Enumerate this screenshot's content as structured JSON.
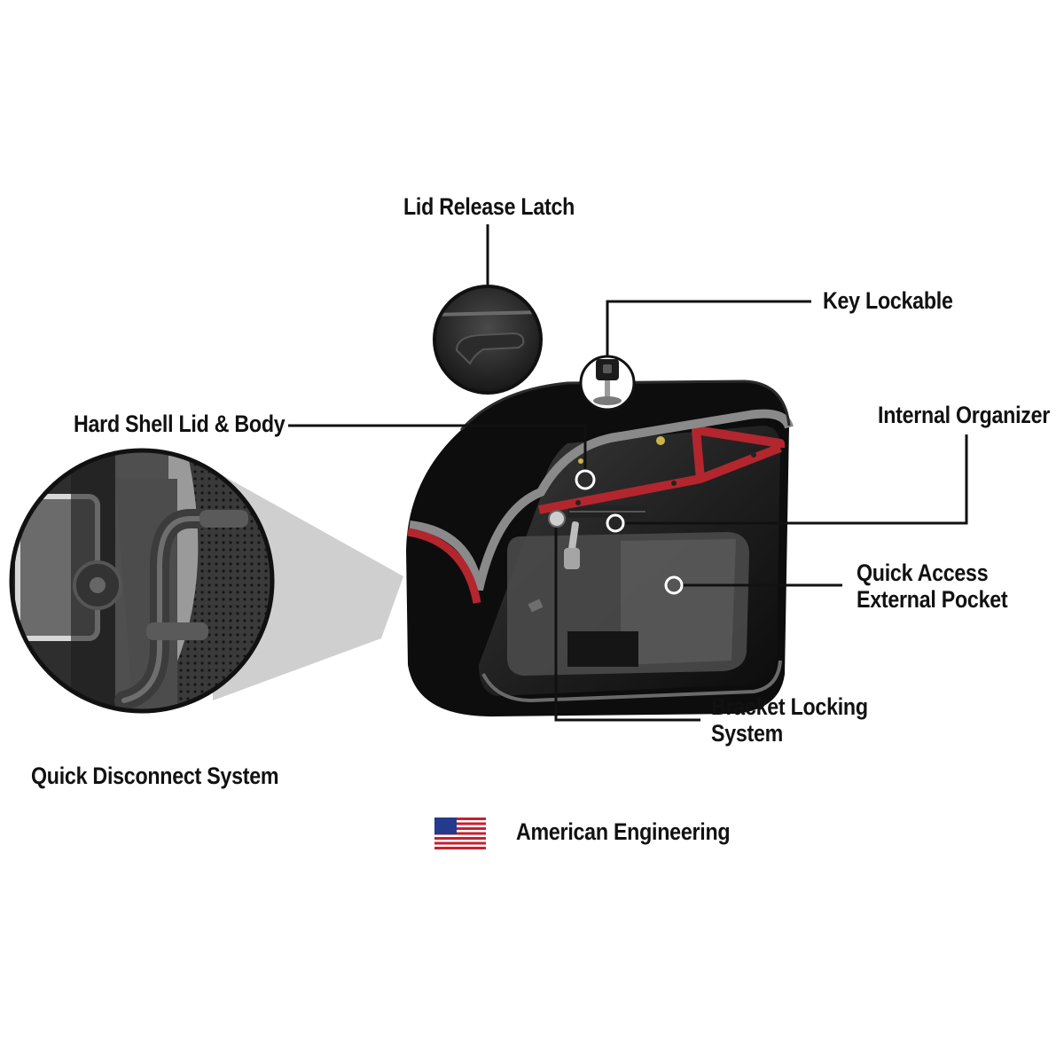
{
  "labels": {
    "lid_release_latch": "Lid Release Latch",
    "key_lockable": "Key Lockable",
    "hard_shell": "Hard Shell Lid & Body",
    "internal_organizer": "Internal Organizer",
    "quick_access_line1": "Quick Access",
    "quick_access_line2": "External Pocket",
    "bracket_line1": "Bracket Locking",
    "bracket_line2": "System",
    "quick_disconnect": "Quick Disconnect System",
    "american_engineering": "American Engineering"
  },
  "icons": {
    "flag": "us-flag-icon"
  },
  "colors": {
    "leader_line": "#111111",
    "shell_black": "#0d0d0d",
    "trim_red": "#b3262d",
    "trim_grey": "#8a8a8a",
    "flag_red": "#c8202f",
    "flag_blue": "#243a8c"
  }
}
